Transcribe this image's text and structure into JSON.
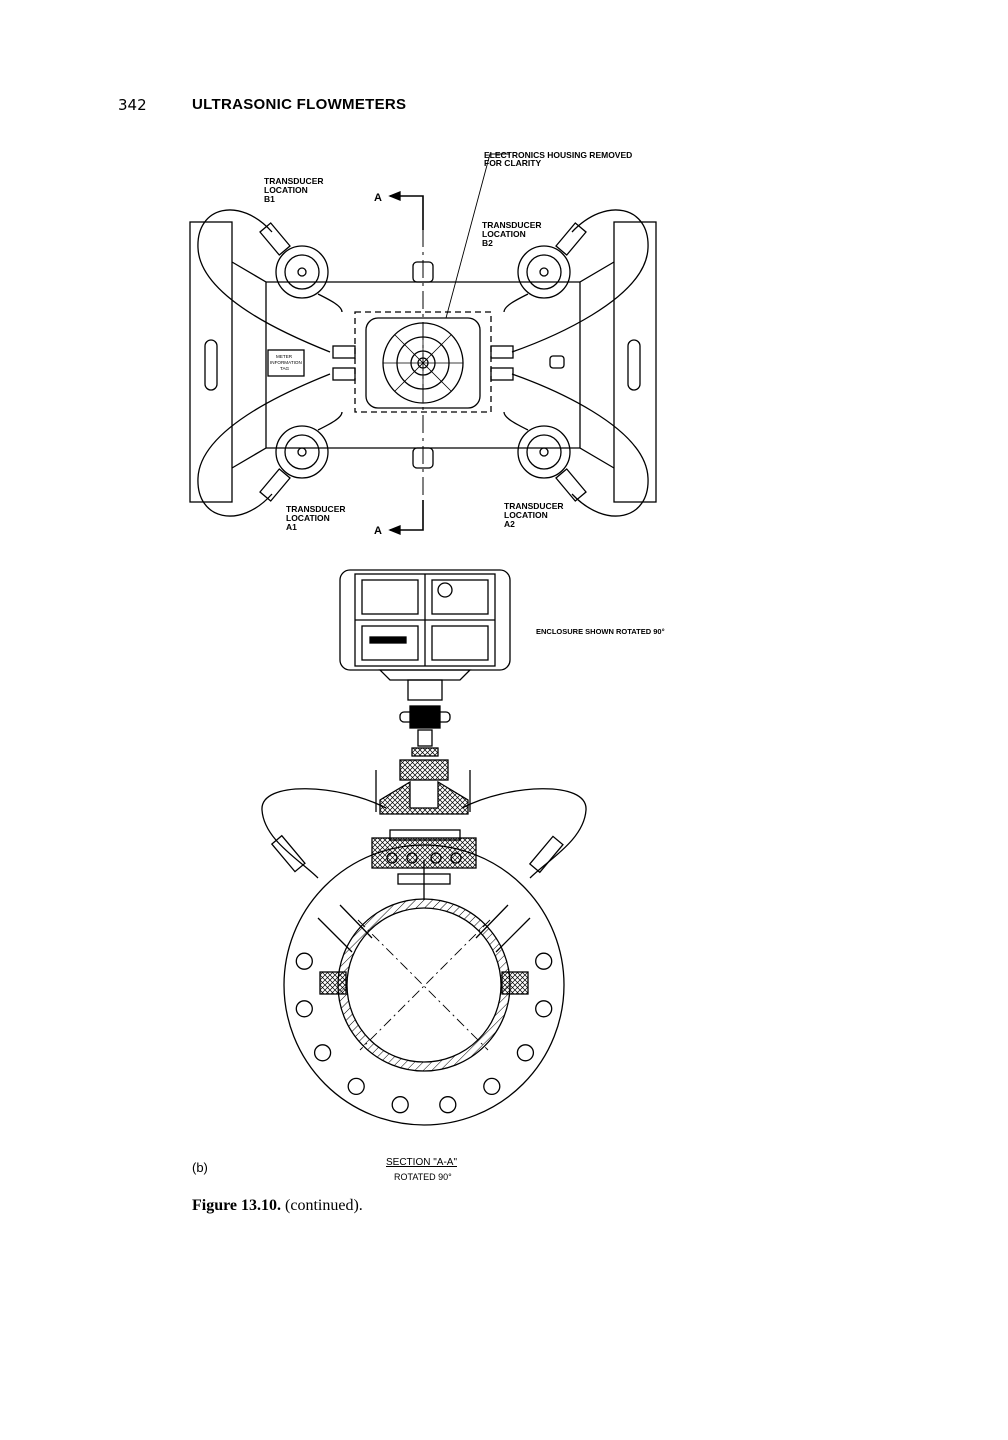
{
  "header": {
    "page_number": "342",
    "running_title": "ULTRASONIC FLOWMETERS"
  },
  "top_view": {
    "callout_housing_line1": "ELECTRONICS HOUSING REMOVED",
    "callout_housing_line2": "FOR CLARITY",
    "b1": [
      "TRANSDUCER",
      "LOCATION",
      "B1"
    ],
    "b2": [
      "TRANSDUCER",
      "LOCATION",
      "B2"
    ],
    "a1": [
      "TRANSDUCER",
      "LOCATION",
      "A1"
    ],
    "a2": [
      "TRANSDUCER",
      "LOCATION",
      "A2"
    ],
    "section_marker": "A",
    "tag": [
      "METER",
      "INFORMATION",
      "TAG"
    ]
  },
  "enclosure_note": "ENCLOSURE SHOWN ROTATED 90°",
  "section": {
    "title": "SECTION \"A-A\"",
    "subtitle": "ROTATED 90°"
  },
  "part_label": "(b)",
  "caption": {
    "label": "Figure 13.10.",
    "text": " (continued)."
  }
}
